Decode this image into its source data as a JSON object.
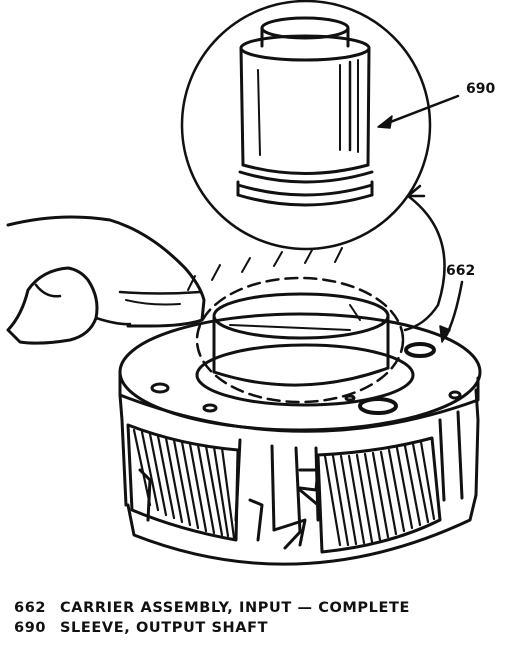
{
  "figure": {
    "callouts": [
      {
        "id": "690",
        "label": "690"
      },
      {
        "id": "662",
        "label": "662"
      }
    ]
  },
  "legend": {
    "items": [
      {
        "number": "662",
        "description": "CARRIER ASSEMBLY, INPUT — COMPLETE"
      },
      {
        "number": "690",
        "description": "SLEEVE, OUTPUT SHAFT"
      }
    ]
  }
}
